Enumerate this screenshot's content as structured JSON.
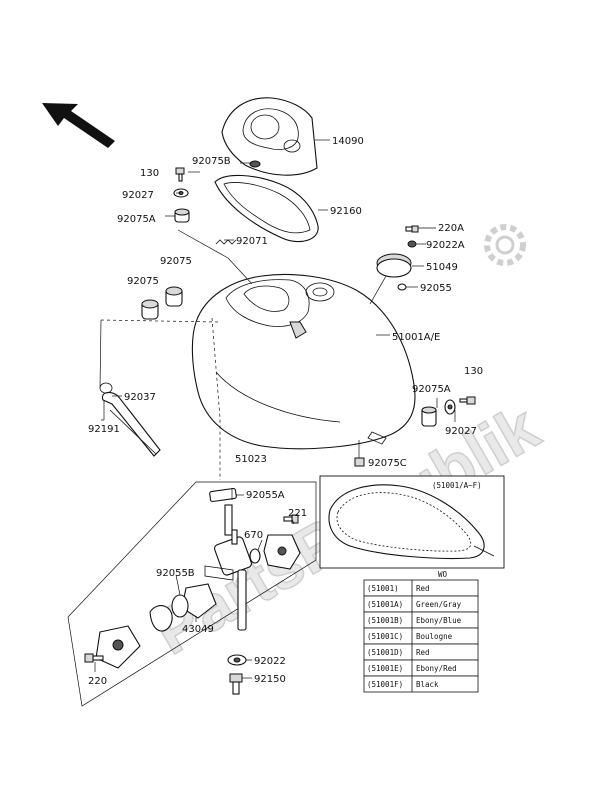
{
  "watermark": "PartsRepublik",
  "parts": {
    "p14090": "14090",
    "p130a": "130",
    "p92075b": "92075B",
    "p92027a": "92027",
    "p92160": "92160",
    "p92075a_top": "92075A",
    "p92071": "92071",
    "p220a": "220A",
    "p92022a": "92022A",
    "p51049": "51049",
    "p92075_1": "92075",
    "p92075_2": "92075",
    "p92055": "92055",
    "p51001ae": "51001A/E",
    "p92037": "92037",
    "p130b": "130",
    "p92075a_right": "92075A",
    "p92027b": "92027",
    "p92191": "92191",
    "p92075c": "92075C",
    "p51023": "51023",
    "p92055a": "92055A",
    "p221": "221",
    "p670": "670",
    "p92055b": "92055B",
    "p43049": "43049",
    "p92022": "92022",
    "p220": "220",
    "p92150": "92150"
  },
  "inset": {
    "caption": "(51001/A~F)",
    "note": "WO"
  },
  "color_table": [
    {
      "code": "(51001)",
      "color": "Red"
    },
    {
      "code": "(51001A)",
      "color": "Green/Gray"
    },
    {
      "code": "(51001B)",
      "color": "Ebony/Blue"
    },
    {
      "code": "(51001C)",
      "color": "Boulogne"
    },
    {
      "code": "(51001D)",
      "color": "Red"
    },
    {
      "code": "(51001E)",
      "color": "Ebony/Red"
    },
    {
      "code": "(51001F)",
      "color": "Black"
    }
  ]
}
